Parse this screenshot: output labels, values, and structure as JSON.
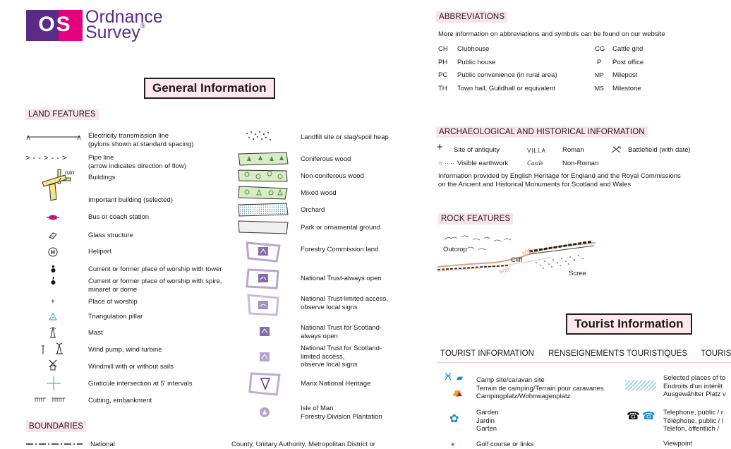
{
  "logo": {
    "os": "OS",
    "line1": "Ordnance",
    "line2": "Survey",
    "reg": "®"
  },
  "general_title": "General Information",
  "tourist_title": "Tourist Information",
  "land_features": {
    "heading": "LAND FEATURES",
    "left": [
      {
        "l1": "Electricity transmission line",
        "l2": "(pylons shown at standard spacing)"
      },
      {
        "l1": "Pipe line",
        "l2": "(arrow indicates direction of flow)"
      },
      {
        "l1": "Buildings"
      },
      {
        "l1": "Important building (selected)"
      },
      {
        "l1": "Bus or coach station"
      },
      {
        "l1": "Glass structure"
      },
      {
        "l1": "Heliport"
      },
      {
        "l1": "Current or former place of worship with tower"
      },
      {
        "l1": "Current or former place of worship with spire,",
        "l2": "minaret or dome"
      },
      {
        "l1": "Place of worship"
      },
      {
        "l1": "Triangulation pillar"
      },
      {
        "l1": "Mast"
      },
      {
        "l1": "Wind pump, wind turbine"
      },
      {
        "l1": "Windmill with or without sails"
      },
      {
        "l1": "Graticule intersection at 5' intervals"
      },
      {
        "l1": "Cutting, embankment"
      }
    ],
    "right": [
      {
        "l1": "Landfill site or slag/spoil heap"
      },
      {
        "l1": "Coniferous wood"
      },
      {
        "l1": "Non-coniferous wood"
      },
      {
        "l1": "Mixed wood"
      },
      {
        "l1": "Orchard"
      },
      {
        "l1": "Park or ornamental ground"
      },
      {
        "l1": "Forestry Commission land"
      },
      {
        "l1": "National Trust-always open"
      },
      {
        "l1": "National Trust-limited access,",
        "l2": "observe local signs"
      },
      {
        "l1": "National Trust for Scotland-",
        "l2": "always open"
      },
      {
        "l1": "National Trust for Scotland-",
        "l2": "limited access,",
        "l3": "observe local signs"
      },
      {
        "l1": "Manx National Heritage"
      },
      {
        "l1": "Isle of Man",
        "l2": "Forestry Division Plantation"
      }
    ],
    "ruin_label": "ruin",
    "pipe_symbol": "> - - > - - >"
  },
  "boundaries": {
    "heading": "BOUNDARIES",
    "left_item": "National",
    "right_item": "County, Unitary Authority, Metropolitan District or"
  },
  "abbreviations": {
    "heading": "ABBREVIATIONS",
    "intro": "More information on abbreviations and symbols can be found on our website",
    "left": [
      {
        "code": "CH",
        "text": "Clubhouse"
      },
      {
        "code": "PH",
        "text": "Public house"
      },
      {
        "code": "PC",
        "text": "Public convenience (in rural area)"
      },
      {
        "code": "TH",
        "text": "Town hall, Guildhall or equivalent"
      }
    ],
    "right": [
      {
        "code": "CG",
        "text": "Cattle grid"
      },
      {
        "code": "P",
        "text": "Post office"
      },
      {
        "code": "MP",
        "text": "Milepost"
      },
      {
        "code": "MS",
        "text": "Milestone"
      }
    ]
  },
  "archaeology": {
    "heading": "ARCHAEOLOGICAL AND HISTORICAL INFORMATION",
    "site": "Site of antiquity",
    "villa": "VILLA",
    "roman": "Roman",
    "battlefield": "Battlefield (with date)",
    "earthwork": "Visible earthwork",
    "castle": "Castle",
    "non_roman": "Non-Roman",
    "note1": "Information provided by English Heritage for England and the Royal Commissions",
    "note2": "on the Ancient and Historical Monuments for Scotland and Wales"
  },
  "rock": {
    "heading": "ROCK FEATURES",
    "outcrop": "Outcrop",
    "cliff": "Cliff",
    "scree": "Scree",
    "c1": "600",
    "c2": "600"
  },
  "tourist": {
    "col1": "TOURIST INFORMATION",
    "col2": "RENSEIGNEMENTS TOURISTIQUES",
    "col3": "TOURIST",
    "items": [
      {
        "l1": "Camp site/caravan site",
        "l2": "Terrain de camping/Terrain pour caravanes",
        "l3": "Campingplatz/Wohnwagenplatz"
      },
      {
        "l1": "Garden",
        "l2": "Jardin",
        "l3": "Garten"
      }
    ],
    "right_items": [
      {
        "l1": "Selected places of to",
        "l2": "Endroits d'un intérêt",
        "l3": "Ausgewählter Platz v"
      },
      {
        "l1": "Telephone, public / r",
        "l2": "Téléphone, public / l",
        "l3": "Telefon, öffentlich /"
      },
      {
        "l1": "Viewpoint"
      }
    ],
    "partial": "Golf course or links"
  },
  "colors": {
    "purple": "#5b2a86",
    "pink_bg": "#fbe3ea",
    "green": "#d9ecc7",
    "cyan": "#2aa7c9",
    "nt_purple": "#8a6aa9"
  }
}
